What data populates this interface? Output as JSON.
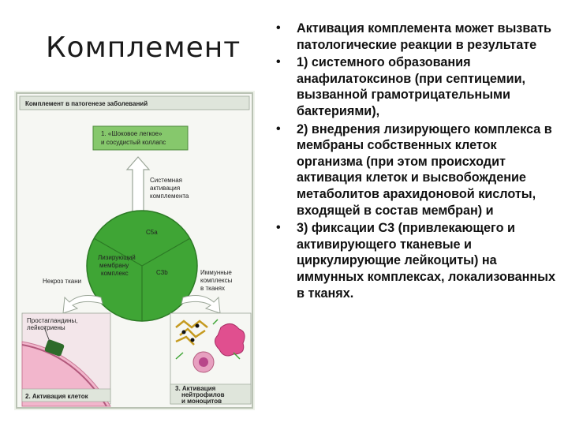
{
  "title": "Комплемент",
  "bullets": [
    "Активация комплемента может вызвать патологические реакции в результате",
    "1) системного образования анафилатоксинов (при септицемии, вызванной грамотрицательными бактериями),",
    "2) внедрения лизирующего комплекса в мембраны собственных клеток организма (при этом происходит активация клеток и высвобождение метаболитов арахидоновой кислоты, входящей в состав мембран) и",
    "3) фиксации С3 (привлекающего и активирующего тканевые и циркулирующие лейкоциты) на иммунных комплексах, локализованных в тканях."
  ],
  "figure": {
    "heading": "Комплемент в патогенезе заболеваний",
    "box1_line1": "1. «Шоковое легкое»",
    "box1_line2": "и сосудистый коллапс",
    "systemic_line1": "Системная",
    "systemic_line2": "активация",
    "systemic_line3": "комплемента",
    "c5a": "C5a",
    "c3b": "C3b",
    "lytic_line1": "Лизирующий",
    "lytic_line2": "мембрану",
    "lytic_line3": "комплекс",
    "necrosis": "Некроз ткани",
    "immune_line1": "Иммунные",
    "immune_line2": "комплексы",
    "immune_line3": "в тканях",
    "prostaglandins_line1": "Простагландины,",
    "prostaglandins_line2": "лейкотриены",
    "box2": "2. Активация клеток",
    "box3_line1": "3. Активация",
    "box3_line2": "нейтрофилов",
    "box3_line3": "и моноцитов"
  },
  "colors": {
    "green": "#3fa535",
    "light_green": "#86c86c",
    "pink": "#f2b6cc",
    "panel": "#eef2ea"
  }
}
